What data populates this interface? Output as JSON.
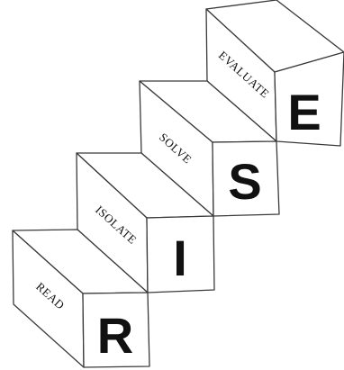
{
  "steps": [
    {
      "letter": "R",
      "word": "READ"
    },
    {
      "letter": "I",
      "word": "ISOLATE"
    },
    {
      "letter": "S",
      "word": "SOLVE"
    },
    {
      "letter": "E",
      "word": "EVALUATE"
    }
  ],
  "colors": {
    "background": "#ffffff",
    "outline": "#3a3a3a",
    "text": "#111111"
  }
}
